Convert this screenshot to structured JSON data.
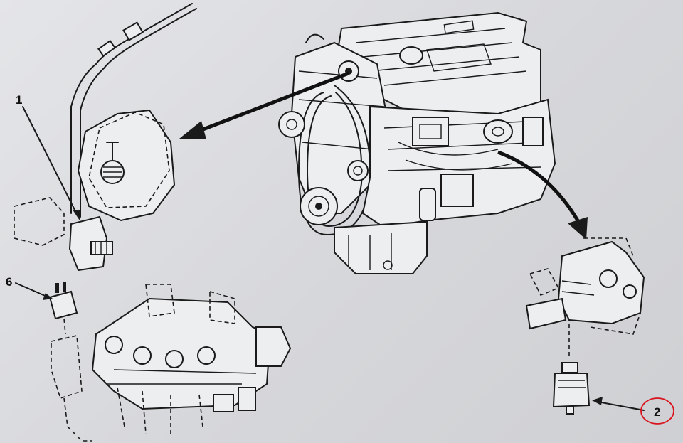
{
  "callouts": {
    "item_1": "1",
    "item_6": "6",
    "item_2": "2"
  },
  "colors": {
    "ink": "#1a1a1a",
    "highlight_circle": "#d9141e",
    "paper": "#dcdde0"
  }
}
